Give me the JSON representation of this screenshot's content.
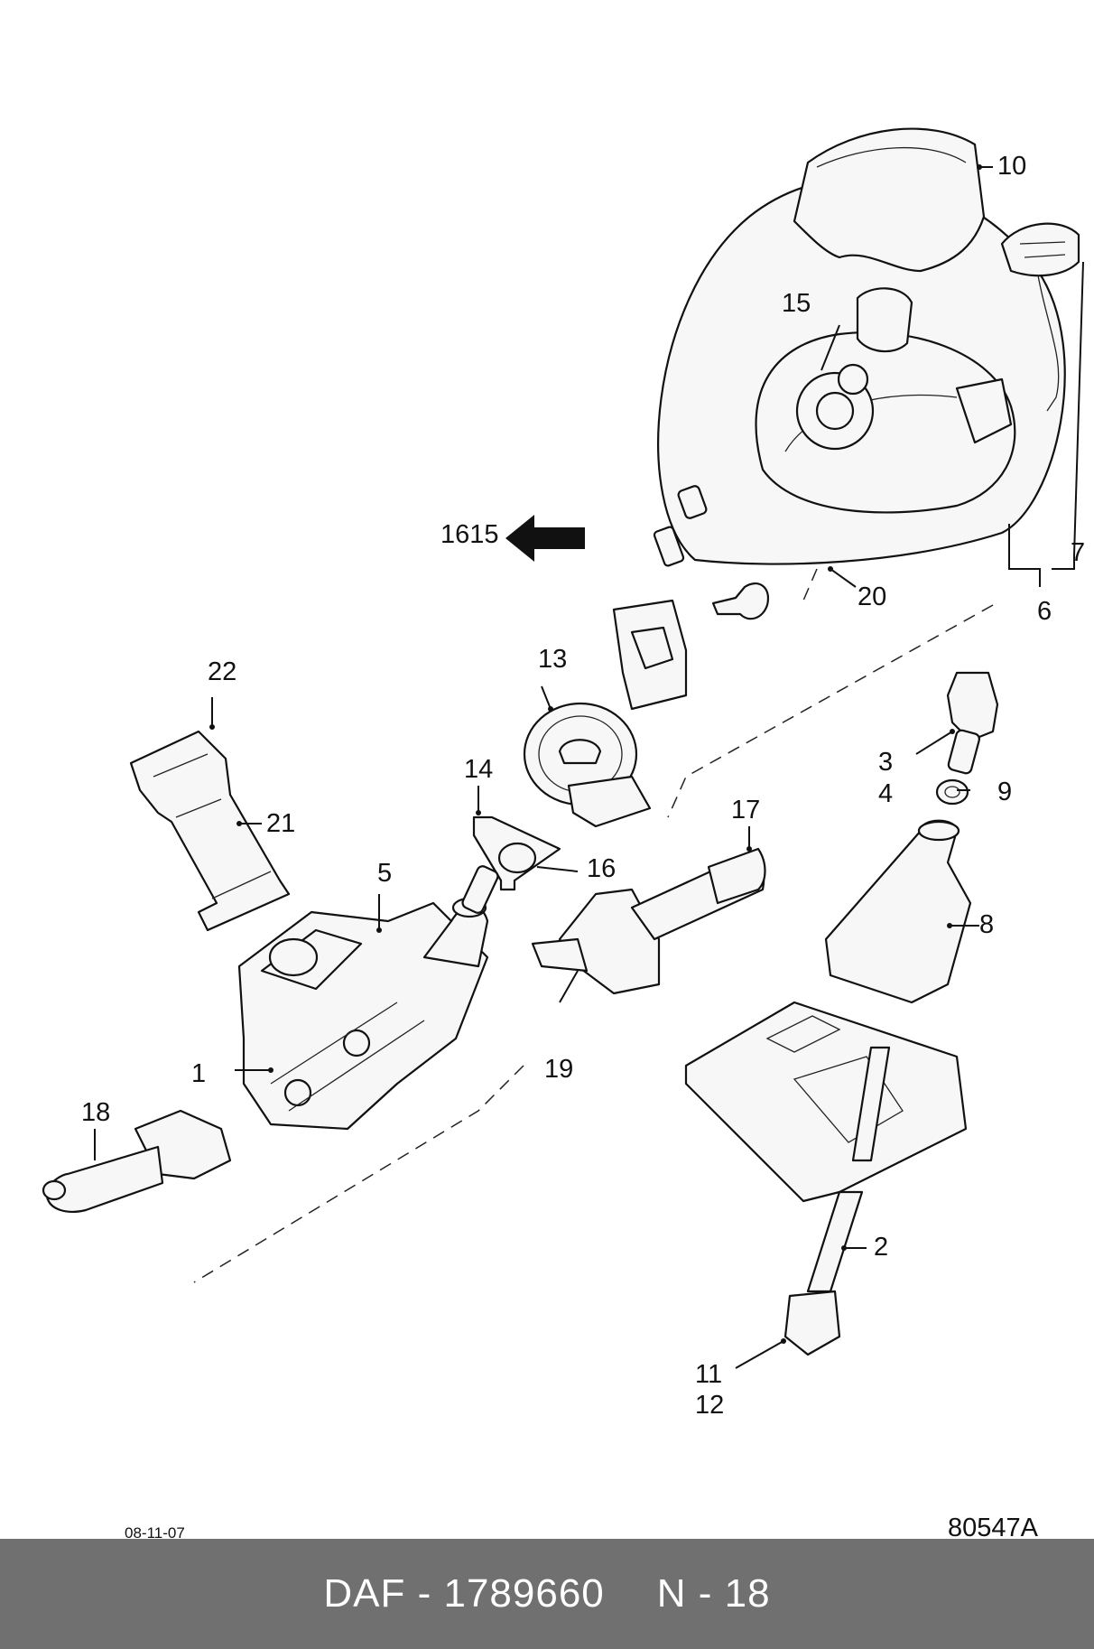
{
  "callouts": {
    "c1": "1",
    "c2": "2",
    "c3": "3",
    "c4": "4",
    "c5": "5",
    "c6": "6",
    "c7": "7",
    "c8": "8",
    "c9": "9",
    "c10": "10",
    "c11": "11",
    "c12": "12",
    "c13": "13",
    "c14": "14",
    "c15": "15",
    "c16": "16",
    "c17": "17",
    "c18": "18",
    "c19": "19",
    "c20": "20",
    "c21": "21",
    "c22": "22"
  },
  "reference": {
    "label": "1615",
    "arrow_icon": "left-arrow-icon"
  },
  "footer": {
    "date": "08-11-07",
    "drawing_number": "80547A",
    "brand_part": "DAF - 1789660",
    "section": "N - 18",
    "bar_color": "#707070"
  }
}
